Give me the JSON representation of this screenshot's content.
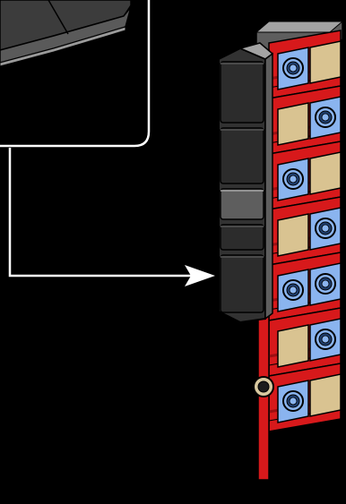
{
  "diagram": {
    "background_color": "#000000",
    "callout": {
      "border_color": "#ffffff",
      "part_colors": [
        "#3c3c3c",
        "#5a5a5a",
        "#9a9a9a"
      ]
    },
    "arrow": {
      "color": "#ffffff"
    },
    "assembly": {
      "colors": {
        "red": "#d7191b",
        "red_dark": "#9c0f12",
        "tan": "#d9c391",
        "blue": "#8ab4ef",
        "stud_ring": "#1f3e6e",
        "dark_gray": "#323232",
        "mid_gray": "#5e5e5e",
        "light_gray": "#a3a3a3",
        "outline": "#000000"
      },
      "rows": [
        {
          "studs": [
            "blue",
            "tan"
          ]
        },
        {
          "studs": [
            "tan",
            "blue"
          ]
        },
        {
          "studs": [
            "blue",
            "tan"
          ]
        },
        {
          "studs": [
            "tan",
            "blue"
          ]
        },
        {
          "studs": [
            "blue",
            "blue"
          ]
        },
        {
          "studs": [
            "tan",
            "blue"
          ]
        },
        {
          "studs": [
            "blue",
            "tan"
          ]
        }
      ],
      "side_panel_segments": 5,
      "side_stud_color": "#d8c9a0"
    }
  }
}
